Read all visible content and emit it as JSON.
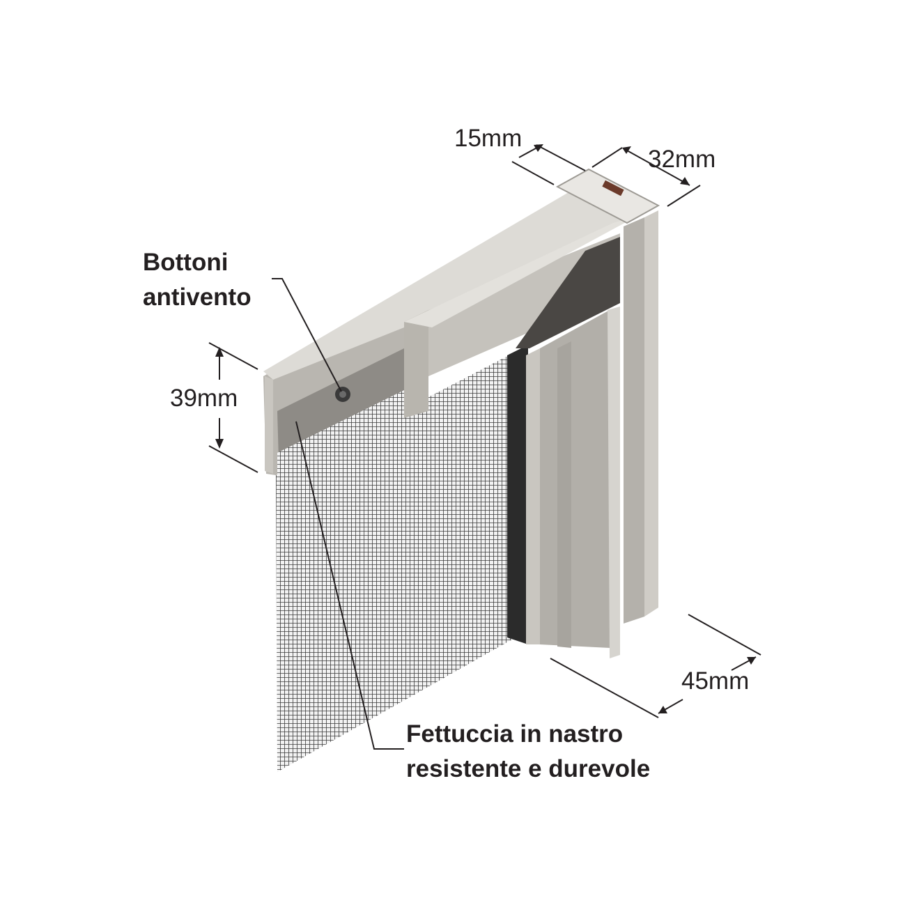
{
  "dimensions": {
    "top_width": "15mm",
    "top_depth": "32mm",
    "rail_height": "39mm",
    "bottom_depth": "45mm"
  },
  "callouts": {
    "buttons_line1": "Bottoni",
    "buttons_line2": "antivento",
    "tape_line1": "Fettuccia in nastro",
    "tape_line2": "resistente e durevole"
  },
  "colors": {
    "aluminum_light": "#d3d1cc",
    "aluminum_mid": "#b9b6b0",
    "aluminum_dark": "#9d9a94",
    "mesh": "#3a3a3a",
    "text": "#231f20"
  }
}
